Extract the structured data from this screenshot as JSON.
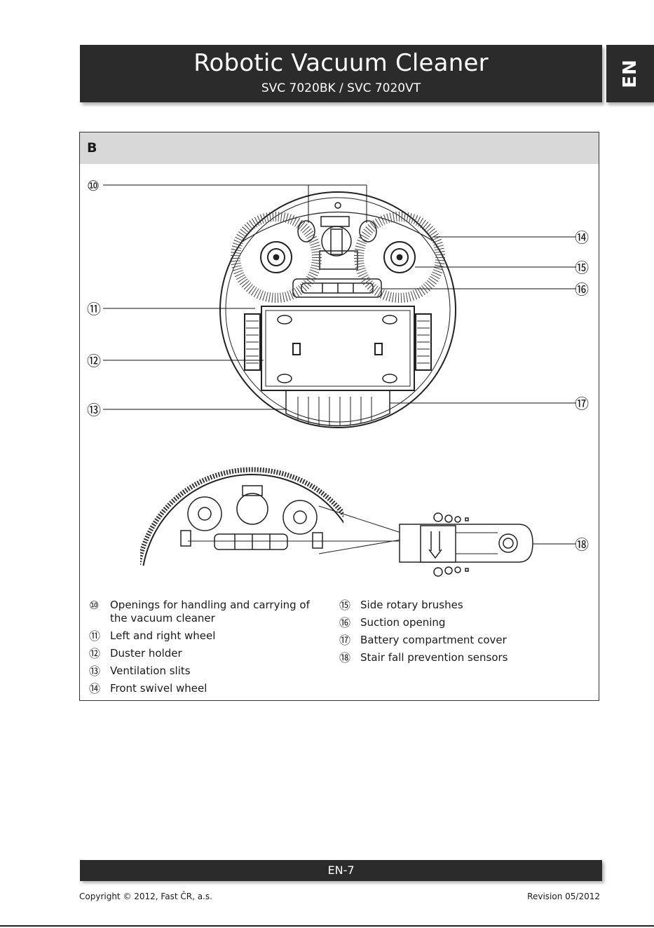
{
  "header": {
    "title": "Robotic Vacuum Cleaner",
    "subtitle": "SVC 7020BK / SVC 7020VT",
    "language_tab": "EN"
  },
  "section": {
    "letter": "B",
    "callouts": [
      "⑩",
      "⑪",
      "⑫",
      "⑬",
      "⑭",
      "⑮",
      "⑯",
      "⑰",
      "⑱"
    ]
  },
  "legend": {
    "left": [
      {
        "num": "⑩",
        "text": "Openings for handling and carrying of the vacuum cleaner"
      },
      {
        "num": "⑪",
        "text": "Left and right wheel"
      },
      {
        "num": "⑫",
        "text": "Duster holder"
      },
      {
        "num": "⑬",
        "text": "Ventilation slits"
      },
      {
        "num": "⑭",
        "text": "Front swivel wheel"
      }
    ],
    "right": [
      {
        "num": "⑮",
        "text": "Side rotary brushes"
      },
      {
        "num": "⑯",
        "text": "Suction opening"
      },
      {
        "num": "⑰",
        "text": "Battery compartment cover"
      },
      {
        "num": "⑱",
        "text": "Stair fall prevention sensors"
      }
    ]
  },
  "footer": {
    "page": "EN-7",
    "copyright": "Copyright © 2012, Fast ČR, a.s.",
    "revision": "Revision 05/2012"
  }
}
